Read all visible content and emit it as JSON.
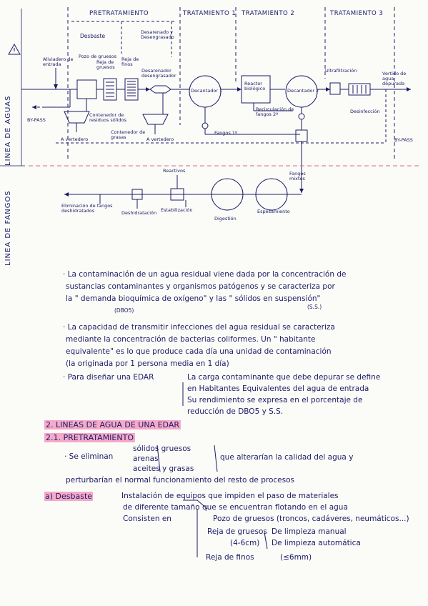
{
  "side_labels": {
    "agua": "LINEA DE AGUAS",
    "fangos": "LINEA DE FANGOS"
  },
  "diagram": {
    "headers": [
      "PRETRATAMIENTO",
      "TRATAMIENTO 1",
      "TRATAMIENTO 2",
      "TRATAMIENTO 3"
    ],
    "labels": {
      "desbaste": "Desbaste",
      "desarenado": "Desarenado y Desengrasado",
      "aliviadero": "Aliviadero de entrada",
      "pozo_gruesos": "Pozo de gruesos",
      "reja_gruesos": "Reja de gruesos",
      "reja_finos": "Reja de finos",
      "desarenador": "Desarenador desengrasador",
      "by_pass_left": "BY-PASS",
      "contenedor_solidos": "Contenedor de residuos sólidos",
      "contenedor_grasas": "Contenedor de grasas",
      "vertedero_left": "A vertedero",
      "vertedero_right": "A vertedero",
      "decantador1": "Decantador 1",
      "reactor": "Reactor biológico",
      "decantador2": "Decantador 2",
      "recirculacion": "Recirculación de fangos 2º",
      "fangos1": "Fangos 1º",
      "ultrafiltracion": "Ultrafiltración",
      "desinfeccion": "Desinfección",
      "vertido": "Vertido de agua depurada",
      "by_pass_right": "BY-PASS",
      "reactivos": "Reactivos",
      "fangos_mixtos": "Fangos mixtos",
      "espesamiento": "Espesamiento",
      "digestion": "Digestión",
      "estabilizacion": "Estabilización",
      "deshidratacion": "Deshidratación",
      "eliminacion": "Eliminación de fangos deshidratados"
    }
  },
  "notes": {
    "p1_line1": "· La contaminación de un agua residual viene dada por la concentración de",
    "p1_line2": "sustancias contaminantes y organismos patógenos y se caracteriza por",
    "p1_line3": "la \" demanda bioquímica de oxígeno\" y las \" sólidos en suspensión\"",
    "p1_dbo": "(DBO5)",
    "p1_ss": "(S.S.)",
    "p2_line1": "· La capacidad de transmitir infecciones del agua residual se caracteriza",
    "p2_line2": "mediante la concentración de bacterias coliformes. Un \" habitante",
    "p2_line3": "equivalente\" es lo que produce cada día una unidad de contaminación",
    "p2_line4": "(la originada por 1 persona media en 1 día)",
    "p3_left": "· Para diseñar una EDAR",
    "p3_r1": "La carga contaminante que debe depurar se define",
    "p3_r2": "en Habitantes Equivalentes del agua de entrada",
    "p3_r3": "Su rendimiento se expresa en el porcentaje de",
    "p3_r4": "reducción de DBO5 y S.S.",
    "sec2": "2. LINEAS DE AGUA DE UNA EDAR",
    "sec21": "2.1. PRETRATAMIENTO",
    "elim_label": "· Se eliminan",
    "elim_items": [
      "sólidos gruesos",
      "arenas",
      "aceites y grasas"
    ],
    "elim_reason": "que alterarían la calidad del agua y",
    "elim_reason2": "perturbarían el normal funcionamiento del resto de procesos",
    "a_title": "a) Desbaste",
    "a_line1": "Instalación de equipos que impiden el paso de materiales",
    "a_line2": "de diferente tamaño que se encuentran flotando en el agua",
    "a_consisten": "Consisten en",
    "a_pozo": "Pozo de gruesos (troncos, cadáveres, neumáticos...)",
    "a_reja": "Reja de gruesos",
    "a_reja_size": "(4-6cm)",
    "a_limpieza1": "De limpieza manual",
    "a_limpieza2": "De limpieza automática",
    "a_finos": "Reja de finos",
    "a_finos_size": "(≤6mm)"
  }
}
